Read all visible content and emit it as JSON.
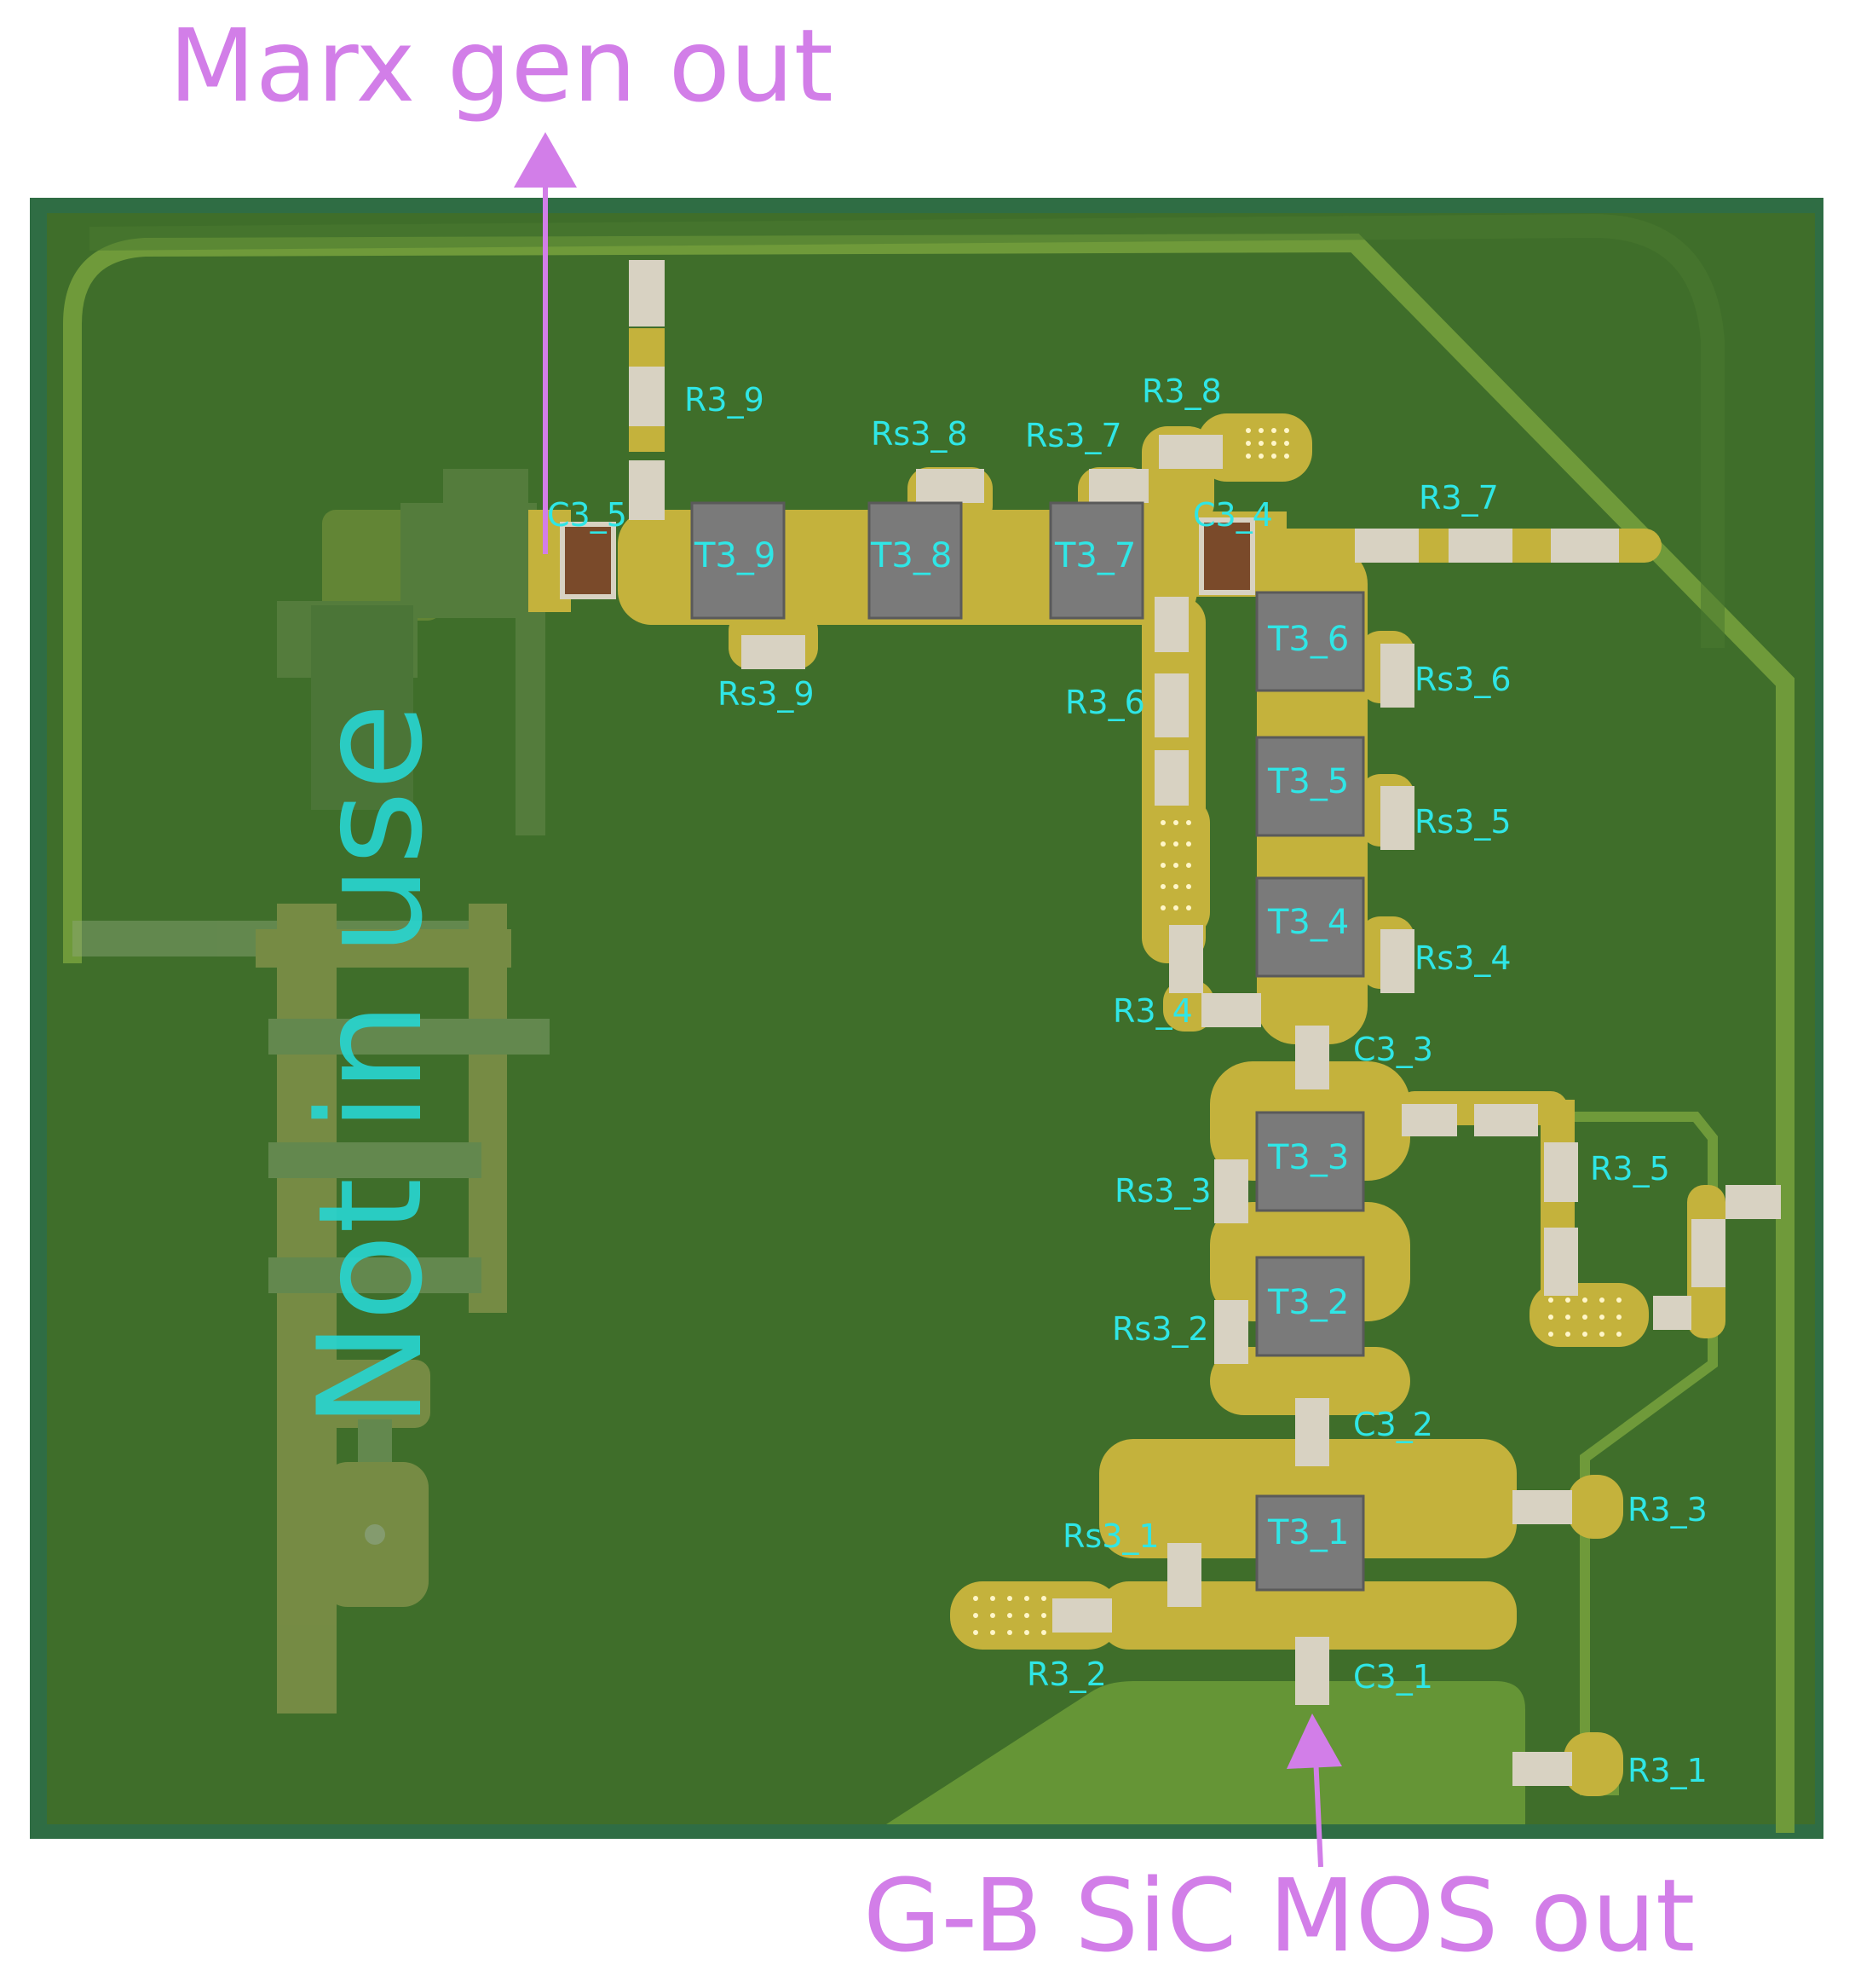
{
  "annotations": {
    "top": "Marx gen out",
    "bottom": "G-B SiC MOS out",
    "watermark": "Not in use"
  },
  "transistors": [
    "T3_9",
    "T3_8",
    "T3_7",
    "T3_6",
    "T3_5",
    "T3_4",
    "T3_3",
    "T3_2",
    "T3_1"
  ],
  "labels": {
    "R3_9": "R3_9",
    "Rs3_8": "Rs3_8",
    "Rs3_7": "Rs3_7",
    "R3_8": "R3_8",
    "C3_5": "C3_5",
    "C3_4": "C3_4",
    "R3_7": "R3_7",
    "Rs3_9": "Rs3_9",
    "R3_6": "R3_6",
    "Rs3_6": "Rs3_6",
    "Rs3_5": "Rs3_5",
    "Rs3_4": "Rs3_4",
    "R3_4": "R3_4",
    "C3_3": "C3_3",
    "Rs3_3": "Rs3_3",
    "R3_5": "R3_5",
    "Rs3_2": "Rs3_2",
    "C3_2": "C3_2",
    "R3_3": "R3_3",
    "Rs3_1": "Rs3_1",
    "R3_2": "R3_2",
    "C3_1": "C3_1",
    "R3_1": "R3_1"
  },
  "colors": {
    "board": "#3f6e2a",
    "board_edge": "#2f6d44",
    "copper": "#c4b23c",
    "trace": "#6f9a3a",
    "chip": "#7a7a7a",
    "resistor": "#d8d2c2",
    "capacitor": "#7a4a2a",
    "label": "#2fe6e6",
    "annotation": "#d27ee8"
  }
}
